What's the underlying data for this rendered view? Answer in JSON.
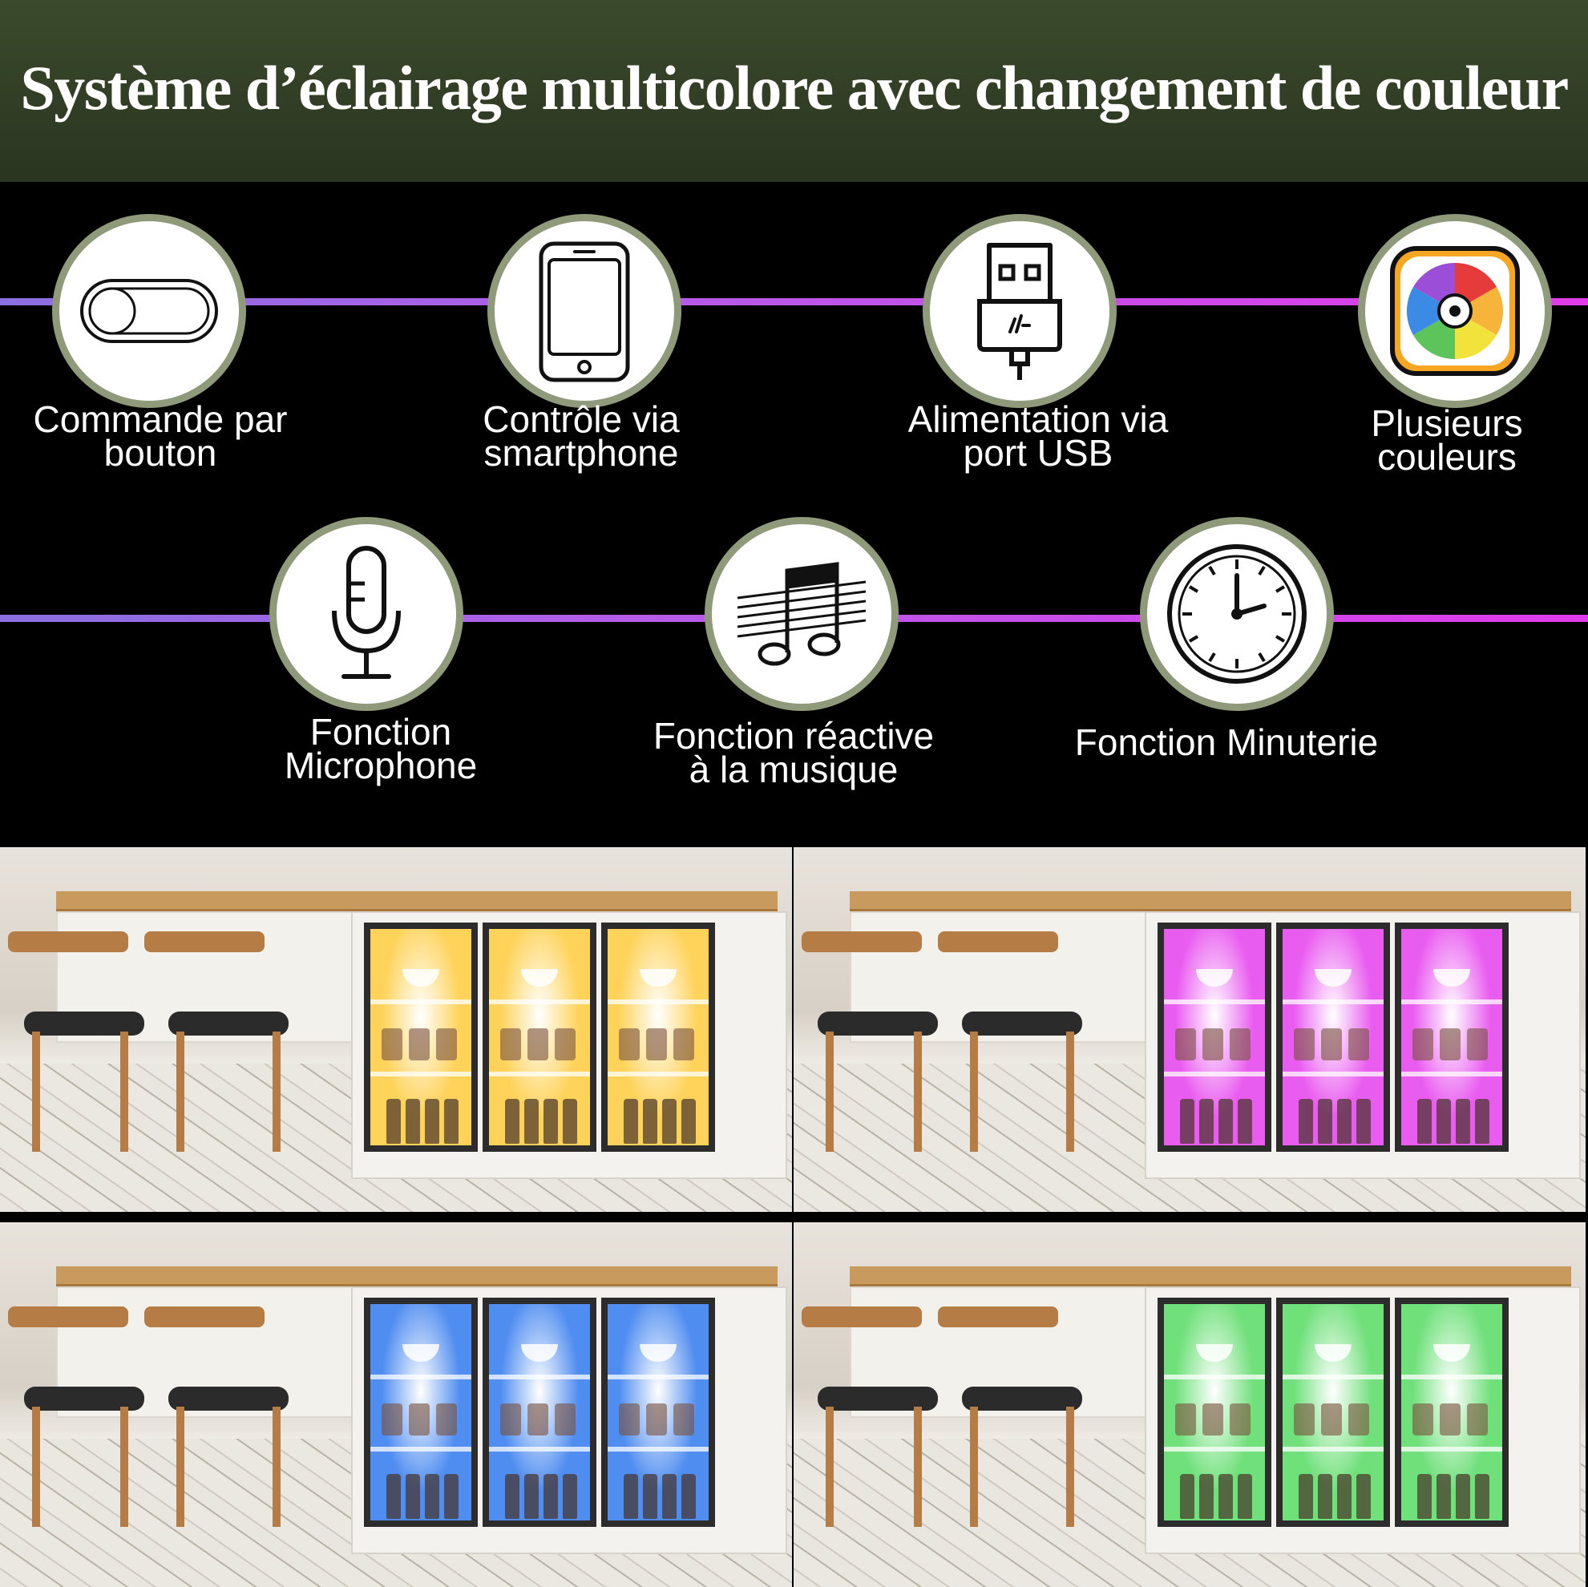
{
  "header": {
    "title": "Système d’éclairage multicolore avec changement de couleur",
    "background": "#2f3b24"
  },
  "features": [
    {
      "label": "Commande par\nbouton",
      "icon": "toggle-switch-icon"
    },
    {
      "label": "Contrôle via\nsmartphone",
      "icon": "smartphone-icon"
    },
    {
      "label": "Alimentation via\nport USB",
      "icon": "usb-plug-icon"
    },
    {
      "label": "Plusieurs\ncouleurs",
      "icon": "color-wheel-icon"
    },
    {
      "label": "Fonction\nMicrophone",
      "icon": "microphone-icon"
    },
    {
      "label": "Fonction réactive\nà la musique",
      "icon": "music-notes-icon"
    },
    {
      "label": "Fonction Minuterie",
      "icon": "clock-icon"
    }
  ],
  "colors": {
    "ring": "#8e9a79",
    "line_start": "#8a6fe0",
    "line_end": "#e03ce8"
  },
  "photos": [
    {
      "light_color": "#ffd35a"
    },
    {
      "light_color": "#e95cf0"
    },
    {
      "light_color": "#4f8df0"
    },
    {
      "light_color": "#6fe07a"
    }
  ]
}
